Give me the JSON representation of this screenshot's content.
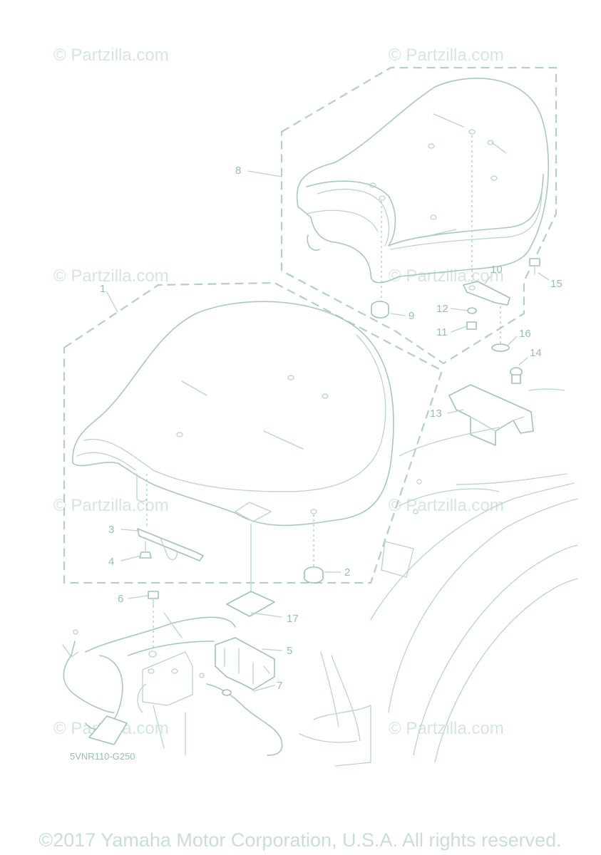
{
  "watermark": "© Partzilla.com",
  "callouts": {
    "p1": "1",
    "p2": "2",
    "p3": "3",
    "p4": "4",
    "p5": "5",
    "p6": "6",
    "p7": "7",
    "p8": "8",
    "p9": "9",
    "p10": "10",
    "p11": "11",
    "p12": "12",
    "p13": "13",
    "p14": "14",
    "p15": "15",
    "p16": "16",
    "p17": "17"
  },
  "diagram_code": "5VNR110-G250",
  "copyright": "©2017 Yamaha Motor Corporation, U.S.A. All rights reserved.",
  "colors": {
    "line": "#a7c8bf",
    "text": "#93bfb3",
    "watermark": "#d4e6e1"
  }
}
